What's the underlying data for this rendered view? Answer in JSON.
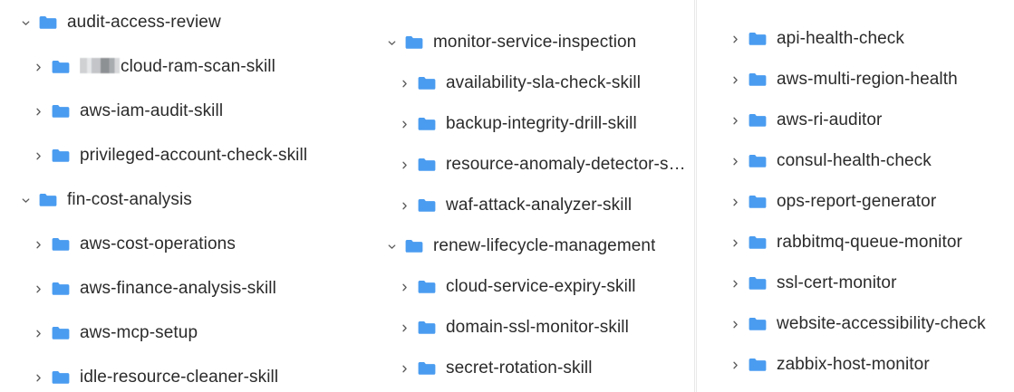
{
  "view": {
    "name": "folder-tree-explorer",
    "background_color": "#ffffff",
    "text_color": "#2b2b2b",
    "folder_icon_color": "#4a9cf0",
    "chevron_color": "#5c5c5c",
    "guide_line_color": "#e9e9e9"
  },
  "columns": [
    {
      "id": "column-1",
      "rows": [
        {
          "label": "audit-access-review",
          "level": 0,
          "expanded": true,
          "chevron": "chevron-down-icon",
          "icon": "folder-icon",
          "redacted_prefix": false,
          "truncated": false
        },
        {
          "label": "cloud-ram-scan-skill",
          "level": 1,
          "expanded": false,
          "chevron": "chevron-right-icon",
          "icon": "folder-icon",
          "redacted_prefix": true,
          "truncated": false
        },
        {
          "label": "aws-iam-audit-skill",
          "level": 1,
          "expanded": false,
          "chevron": "chevron-right-icon",
          "icon": "folder-icon",
          "redacted_prefix": false,
          "truncated": false
        },
        {
          "label": "privileged-account-check-skill",
          "level": 1,
          "expanded": false,
          "chevron": "chevron-right-icon",
          "icon": "folder-icon",
          "redacted_prefix": false,
          "truncated": false
        },
        {
          "label": "fin-cost-analysis",
          "level": 0,
          "expanded": true,
          "chevron": "chevron-down-icon",
          "icon": "folder-icon",
          "redacted_prefix": false,
          "truncated": false
        },
        {
          "label": "aws-cost-operations",
          "level": 1,
          "expanded": false,
          "chevron": "chevron-right-icon",
          "icon": "folder-icon",
          "redacted_prefix": false,
          "truncated": false
        },
        {
          "label": "aws-finance-analysis-skill",
          "level": 1,
          "expanded": false,
          "chevron": "chevron-right-icon",
          "icon": "folder-icon",
          "redacted_prefix": false,
          "truncated": false
        },
        {
          "label": "aws-mcp-setup",
          "level": 1,
          "expanded": false,
          "chevron": "chevron-right-icon",
          "icon": "folder-icon",
          "redacted_prefix": false,
          "truncated": false
        },
        {
          "label": "idle-resource-cleaner-skill",
          "level": 1,
          "expanded": false,
          "chevron": "chevron-right-icon",
          "icon": "folder-icon",
          "redacted_prefix": false,
          "truncated": false
        }
      ]
    },
    {
      "id": "column-2",
      "rows": [
        {
          "label": "monitor-service-inspection",
          "level": 0,
          "expanded": true,
          "chevron": "chevron-down-icon",
          "icon": "folder-icon",
          "redacted_prefix": false,
          "truncated": false
        },
        {
          "label": "availability-sla-check-skill",
          "level": 1,
          "expanded": false,
          "chevron": "chevron-right-icon",
          "icon": "folder-icon",
          "redacted_prefix": false,
          "truncated": false
        },
        {
          "label": "backup-integrity-drill-skill",
          "level": 1,
          "expanded": false,
          "chevron": "chevron-right-icon",
          "icon": "folder-icon",
          "redacted_prefix": false,
          "truncated": false
        },
        {
          "label": "resource-anomaly-detector-s…",
          "level": 1,
          "expanded": false,
          "chevron": "chevron-right-icon",
          "icon": "folder-icon",
          "redacted_prefix": false,
          "truncated": true
        },
        {
          "label": "waf-attack-analyzer-skill",
          "level": 1,
          "expanded": false,
          "chevron": "chevron-right-icon",
          "icon": "folder-icon",
          "redacted_prefix": false,
          "truncated": false
        },
        {
          "label": "renew-lifecycle-management",
          "level": 0,
          "expanded": true,
          "chevron": "chevron-down-icon",
          "icon": "folder-icon",
          "redacted_prefix": false,
          "truncated": false
        },
        {
          "label": "cloud-service-expiry-skill",
          "level": 1,
          "expanded": false,
          "chevron": "chevron-right-icon",
          "icon": "folder-icon",
          "redacted_prefix": false,
          "truncated": false
        },
        {
          "label": "domain-ssl-monitor-skill",
          "level": 1,
          "expanded": false,
          "chevron": "chevron-right-icon",
          "icon": "folder-icon",
          "redacted_prefix": false,
          "truncated": false
        },
        {
          "label": "secret-rotation-skill",
          "level": 1,
          "expanded": false,
          "chevron": "chevron-right-icon",
          "icon": "folder-icon",
          "redacted_prefix": false,
          "truncated": false
        }
      ]
    },
    {
      "id": "column-3",
      "rows": [
        {
          "label": "api-health-check",
          "level": 1,
          "expanded": false,
          "chevron": "chevron-right-icon",
          "icon": "folder-icon",
          "redacted_prefix": false,
          "truncated": false
        },
        {
          "label": "aws-multi-region-health",
          "level": 1,
          "expanded": false,
          "chevron": "chevron-right-icon",
          "icon": "folder-icon",
          "redacted_prefix": false,
          "truncated": false
        },
        {
          "label": "aws-ri-auditor",
          "level": 1,
          "expanded": false,
          "chevron": "chevron-right-icon",
          "icon": "folder-icon",
          "redacted_prefix": false,
          "truncated": false
        },
        {
          "label": "consul-health-check",
          "level": 1,
          "expanded": false,
          "chevron": "chevron-right-icon",
          "icon": "folder-icon",
          "redacted_prefix": false,
          "truncated": false
        },
        {
          "label": "ops-report-generator",
          "level": 1,
          "expanded": false,
          "chevron": "chevron-right-icon",
          "icon": "folder-icon",
          "redacted_prefix": false,
          "truncated": false
        },
        {
          "label": "rabbitmq-queue-monitor",
          "level": 1,
          "expanded": false,
          "chevron": "chevron-right-icon",
          "icon": "folder-icon",
          "redacted_prefix": false,
          "truncated": false
        },
        {
          "label": "ssl-cert-monitor",
          "level": 1,
          "expanded": false,
          "chevron": "chevron-right-icon",
          "icon": "folder-icon",
          "redacted_prefix": false,
          "truncated": false
        },
        {
          "label": "website-accessibility-check",
          "level": 1,
          "expanded": false,
          "chevron": "chevron-right-icon",
          "icon": "folder-icon",
          "redacted_prefix": false,
          "truncated": false
        },
        {
          "label": "zabbix-host-monitor",
          "level": 1,
          "expanded": false,
          "chevron": "chevron-right-icon",
          "icon": "folder-icon",
          "redacted_prefix": false,
          "truncated": false
        }
      ]
    }
  ],
  "layout": {
    "column_tops": [
      10,
      32,
      28
    ],
    "column_row_heights": [
      49,
      45,
      45
    ]
  }
}
